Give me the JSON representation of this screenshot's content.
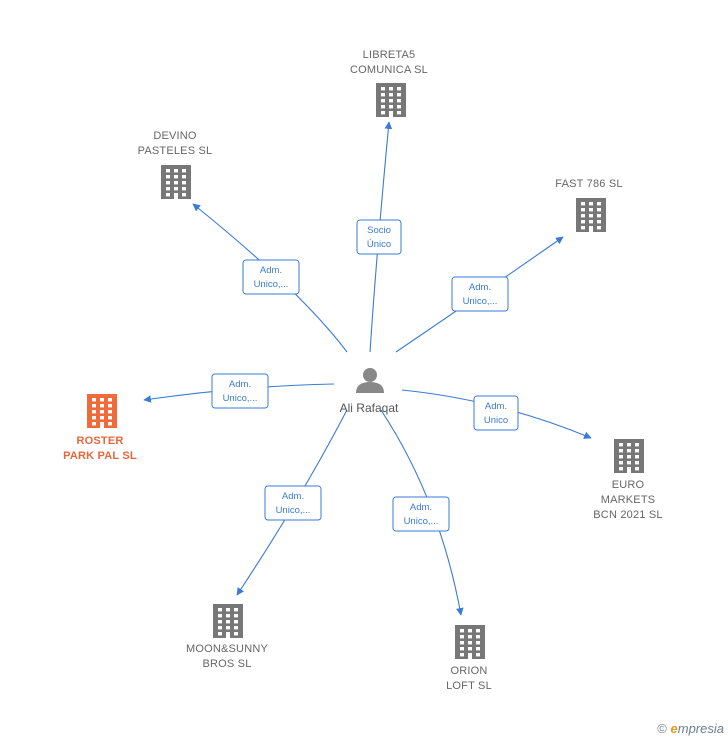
{
  "center": {
    "name": "Ali Rafaqat"
  },
  "colors": {
    "edge": "#3a7bd5",
    "building": "#777777",
    "highlight": "#f06a3a",
    "person": "#888888"
  },
  "companies": [
    {
      "id": "libreta5",
      "lines": [
        "LIBRETA5",
        "COMUNICA  SL"
      ],
      "role": [
        "Socio",
        "Único"
      ],
      "highlight": false
    },
    {
      "id": "devino",
      "lines": [
        "DEVINO",
        "PASTELES  SL"
      ],
      "role": [
        "Adm.",
        "Unico,..."
      ],
      "highlight": false
    },
    {
      "id": "fast786",
      "lines": [
        "FAST 786  SL"
      ],
      "role": [
        "Adm.",
        "Unico,..."
      ],
      "highlight": false
    },
    {
      "id": "roster",
      "lines": [
        "ROSTER",
        "PARK PAL  SL"
      ],
      "role": [
        "Adm.",
        "Unico,..."
      ],
      "highlight": true
    },
    {
      "id": "euro",
      "lines": [
        "EURO",
        "MARKETS",
        "BCN 2021  SL"
      ],
      "role": [
        "Adm.",
        "Unico"
      ],
      "highlight": false
    },
    {
      "id": "moon",
      "lines": [
        "MOON&SUNNY",
        "BROS  SL"
      ],
      "role": [
        "Adm.",
        "Unico,..."
      ],
      "highlight": false
    },
    {
      "id": "orion",
      "lines": [
        "ORION",
        "LOFT  SL"
      ],
      "role": [
        "Adm.",
        "Unico,..."
      ],
      "highlight": false
    }
  ],
  "footer": {
    "copyright": "©",
    "brand_initial": "e",
    "brand_rest": "mpresia"
  }
}
